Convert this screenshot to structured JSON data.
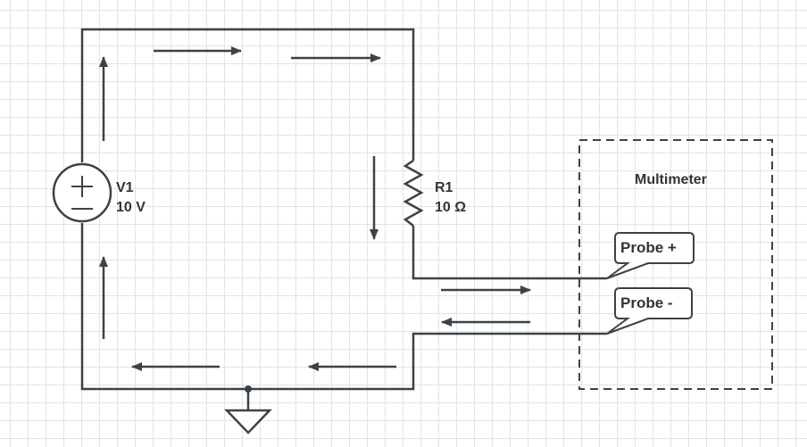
{
  "source": {
    "name": "V1",
    "value": "10 V",
    "plus_symbol": "+",
    "minus_symbol": "−"
  },
  "resistor": {
    "name": "R1",
    "value": "10 Ω"
  },
  "multimeter": {
    "title": "Multimeter",
    "probe_positive": "Probe +",
    "probe_negative": "Probe -"
  },
  "colors": {
    "wire": "#3a4348",
    "text": "#333333",
    "grid": "#e3e3e3"
  }
}
